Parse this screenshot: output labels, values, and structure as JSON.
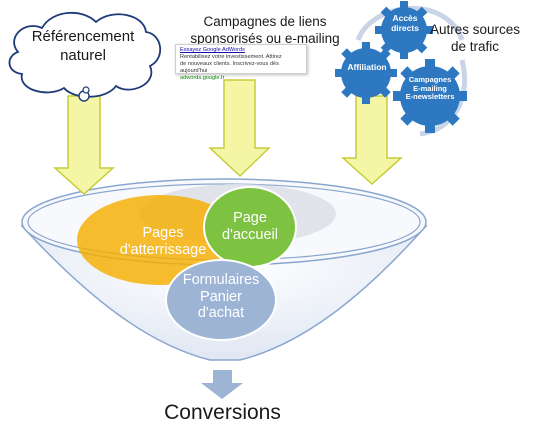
{
  "labels": {
    "referencement": "Référencement naturel",
    "campagnes": "Campagnes de liens sponsorisés ou e-mailing",
    "autres": "Autres sources de trafic",
    "conversions": "Conversions"
  },
  "ad": {
    "title": "Essayez Google AdWords",
    "line1": "Rentabilisez votre investissement. Attirez",
    "line2": "de nouveaux clients. Inscrivez-vous dès aujourd'hui",
    "url": "adwords.google.fr"
  },
  "gears": {
    "acces": "Accès directs",
    "affiliation": "Affiliation",
    "campagnes": "Campagnes E-mailing E-newsletters"
  },
  "funnel": {
    "pages": "Pages d'atterrissage",
    "accueil": "Page d'accueil",
    "formulaires": "Formulaires Panier d'achat"
  },
  "colors": {
    "arrow_fill": "#f4f6a6",
    "arrow_stroke": "#c7cc3a",
    "orange": "#f5ae00",
    "green": "#7ec241",
    "blue": "#9db4d5",
    "gear": "#2e78c2",
    "down_arrow": "#9db4d5"
  }
}
